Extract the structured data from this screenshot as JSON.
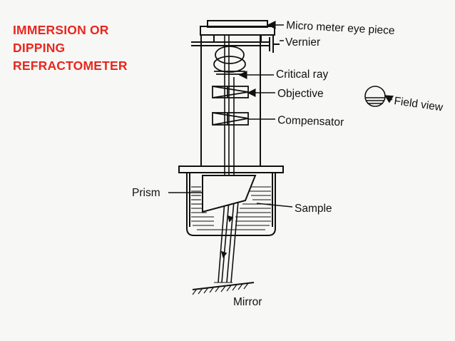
{
  "title": {
    "line1": "IMMERSION OR",
    "line2": "DIPPING",
    "line3": "REFRACTOMETER"
  },
  "labels": {
    "eyepiece": "Micro meter eye piece",
    "vernier": "Vernier",
    "critical_ray": "Critical ray",
    "objective": "Objective",
    "field_view": "Field view",
    "compensator": "Compensator",
    "prism": "Prism",
    "sample": "Sample",
    "mirror": "Mirror"
  },
  "colors": {
    "title": "#e8271f",
    "ink": "#111111",
    "background": "#f7f7f5"
  }
}
